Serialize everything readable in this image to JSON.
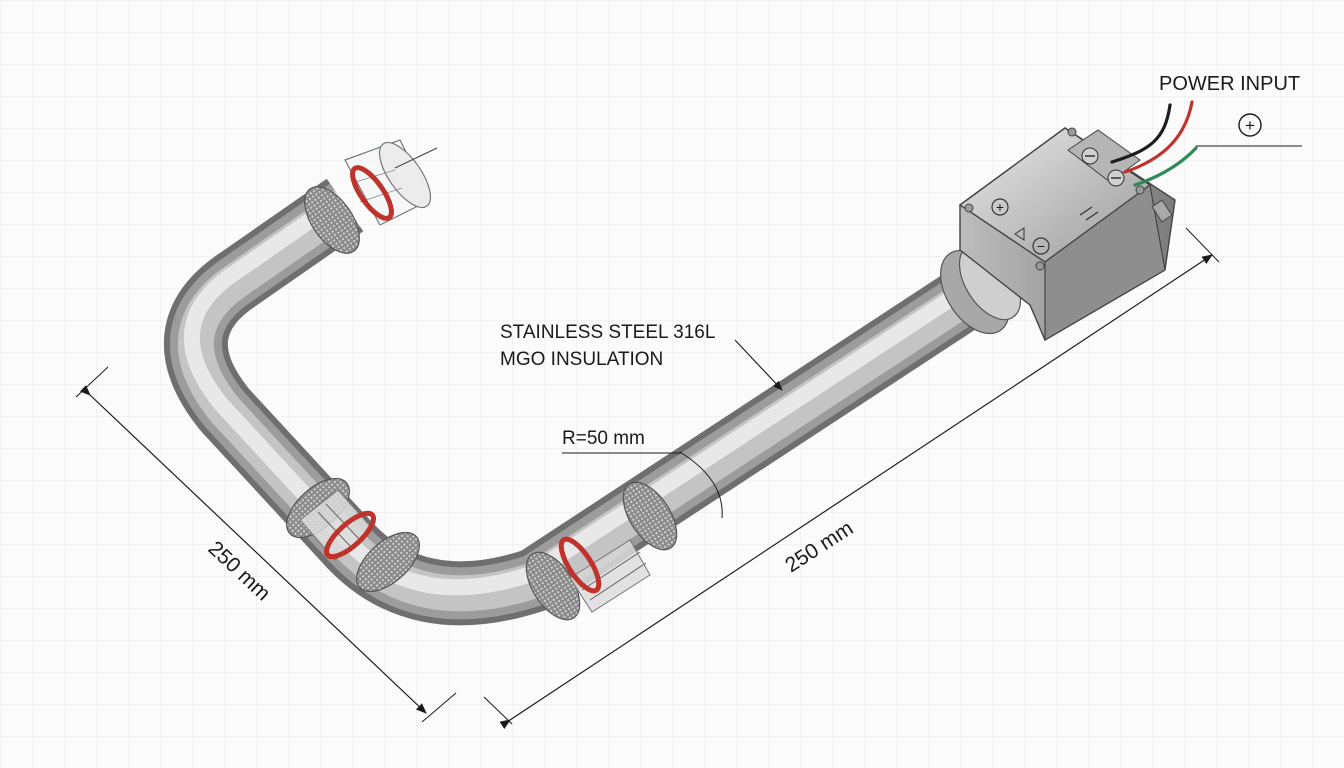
{
  "labels": {
    "power_input": "POWER INPUT",
    "material_line1": "STAINLESS STEEL 316L",
    "material_line2": "MGO INSULATION",
    "radius": "R=50 mm",
    "dim_left": "250 mm",
    "dim_right": "250 mm"
  },
  "symbols": {
    "plus": "+",
    "minus": "−"
  },
  "icons": [
    "terminal-screw-icon",
    "polarity-plus-icon",
    "polarity-minus-icon",
    "warning-triangle-icon",
    "ground-symbol-icon"
  ],
  "colors": {
    "tube_light": "#f2f2f2",
    "tube_mid": "#b9b9b9",
    "tube_dark": "#6f6f6f",
    "o_ring": "#c0332b",
    "wire_red": "#c0332b",
    "wire_black": "#1c1c1c",
    "wire_green": "#2e8b57",
    "grid": "#e6eaee"
  }
}
